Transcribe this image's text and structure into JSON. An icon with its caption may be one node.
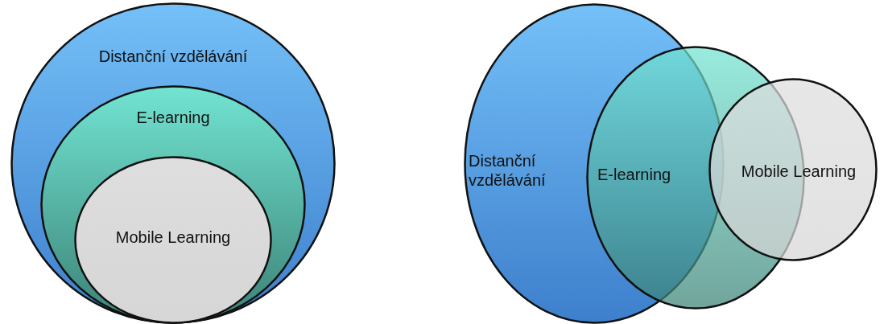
{
  "diagram": {
    "nodes": [
      {
        "text": [
          "Distanční vzdělávání"
        ]
      },
      {
        "text": [
          "E-learning"
        ],
        "in": 0
      },
      {
        "text": [
          "Mobile Learning"
        ],
        "in": 1
      },
      {
        "text": [
          "Distanční vzdělávání"
        ]
      },
      {
        "text": [
          "E-learning"
        ]
      },
      {
        "text": [
          "Mobile Learning"
        ]
      }
    ]
  }
}
